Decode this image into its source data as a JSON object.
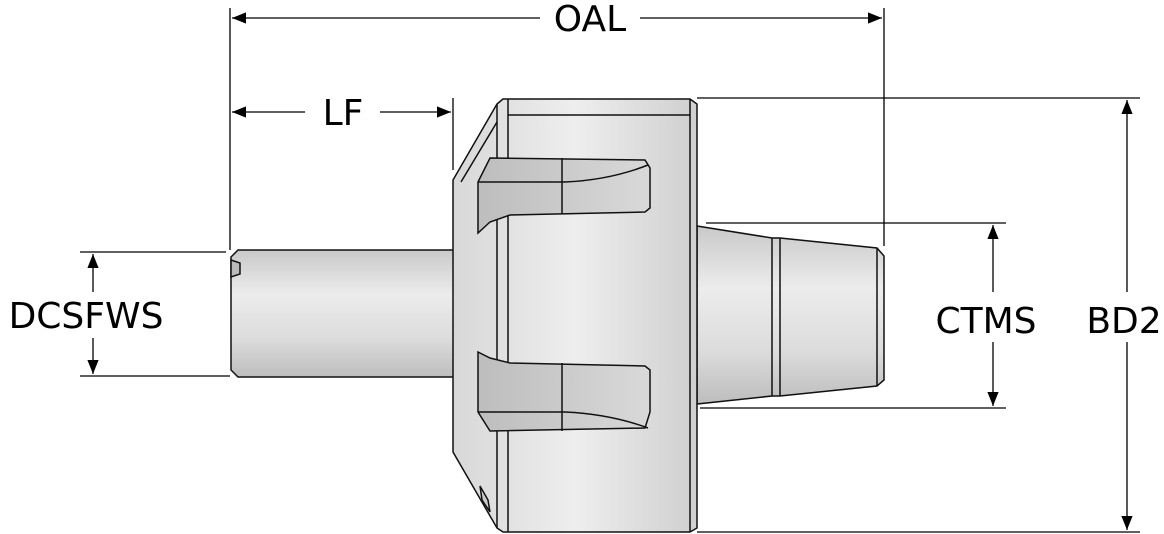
{
  "dimensions": {
    "oal": "OAL",
    "lf": "LF",
    "dcsfws": "DCSFWS",
    "ctms": "CTMS",
    "bd2": "BD2"
  }
}
